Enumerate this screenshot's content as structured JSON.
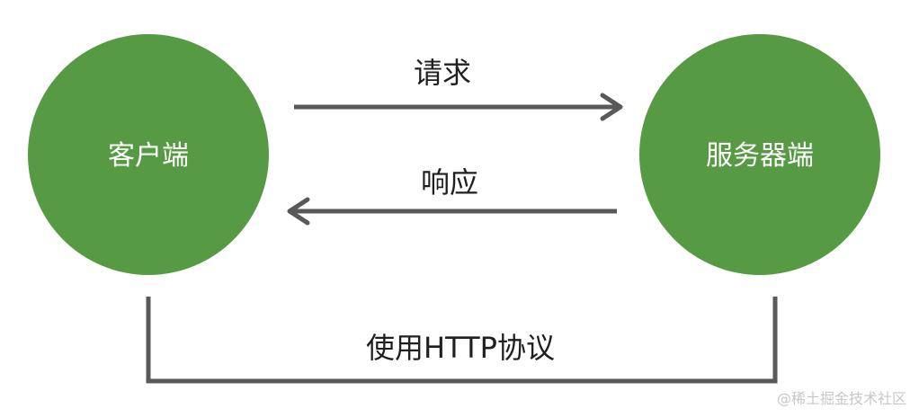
{
  "colors": {
    "node_fill": "#569a44",
    "connector": "#595959",
    "label_text": "#1f1f1f",
    "node_text": "#ffffff",
    "watermark": "#c7c7c7"
  },
  "nodes": {
    "client": "客户端",
    "server": "服务器端"
  },
  "edges": {
    "request": "请求",
    "response": "响应",
    "protocol": "使用HTTP协议"
  },
  "watermark": "@稀土掘金技术社区"
}
